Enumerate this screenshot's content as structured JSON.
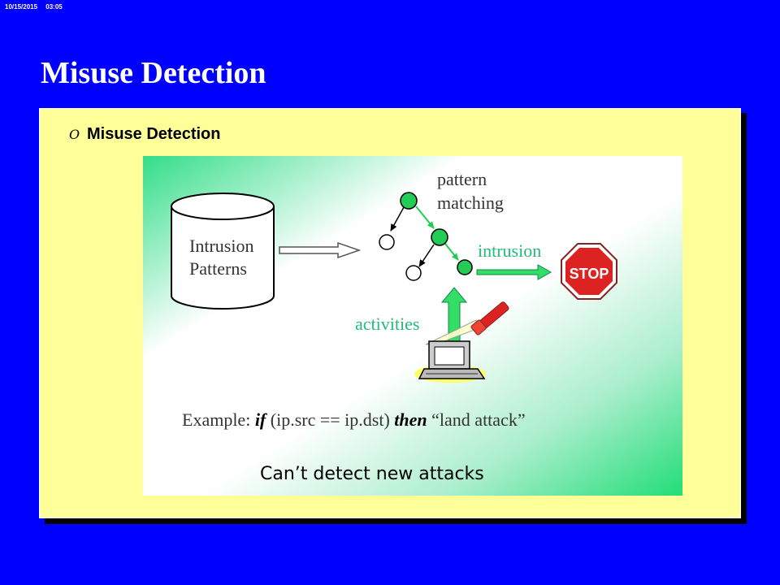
{
  "header": {
    "date": "10/15/2015",
    "time": "03:05"
  },
  "slide": {
    "title": "Misuse Detection",
    "bullet_marker": "O",
    "bullet_text": "Misuse Detection"
  },
  "figure": {
    "database_label_line1": "Intrusion",
    "database_label_line2": "Patterns",
    "pattern_label_line1": "pattern",
    "pattern_label_line2": "matching",
    "intrusion_label": "intrusion",
    "stop_sign_text": "STOP",
    "activities_label": "activities",
    "example_prefix": "Example: ",
    "example_if": "if",
    "example_condition": " (ip.src == ip.dst) ",
    "example_then": "then",
    "example_result": " “land attack”",
    "caption": "Can’t detect new attacks"
  },
  "colors": {
    "background": "#0000ff",
    "panel": "#ffff99",
    "node_green": "#22cc55",
    "arrow_green": "#33dd66",
    "stop_red": "#dd2222"
  }
}
